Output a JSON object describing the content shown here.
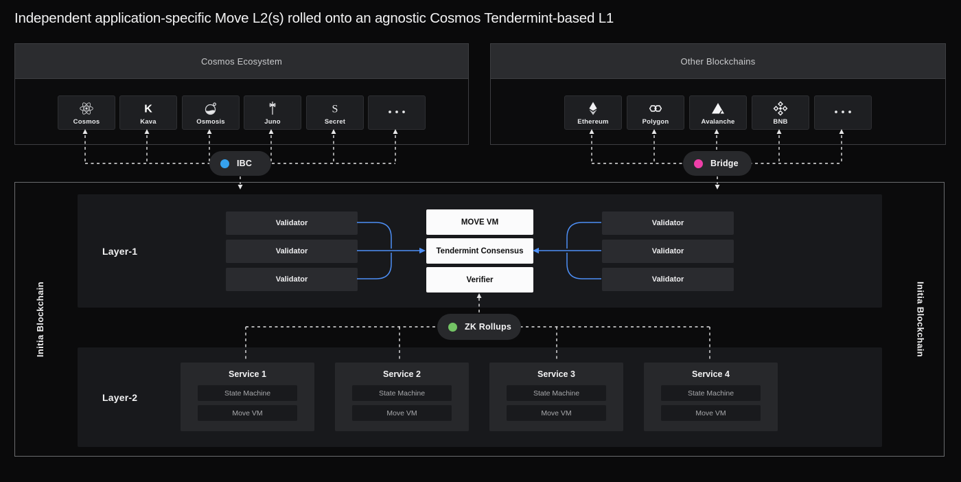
{
  "title": "Independent application-specific Move L2(s) rolled onto an agnostic Cosmos Tendermint-based L1",
  "cosmos_ecosystem": {
    "title": "Cosmos Ecosystem",
    "chains": [
      {
        "name": "Cosmos",
        "icon": "cosmos-icon"
      },
      {
        "name": "Kava",
        "icon": "kava-icon"
      },
      {
        "name": "Osmosis",
        "icon": "osmosis-icon"
      },
      {
        "name": "Juno",
        "icon": "juno-icon"
      },
      {
        "name": "Secret",
        "icon": "secret-icon"
      },
      {
        "name": "",
        "icon": "ellipsis-icon"
      }
    ]
  },
  "other_blockchains": {
    "title": "Other Blockchains",
    "chains": [
      {
        "name": "Ethereum",
        "icon": "ethereum-icon"
      },
      {
        "name": "Polygon",
        "icon": "polygon-icon"
      },
      {
        "name": "Avalanche",
        "icon": "avalanche-icon"
      },
      {
        "name": "BNB",
        "icon": "bnb-icon"
      },
      {
        "name": "",
        "icon": "ellipsis-icon"
      }
    ]
  },
  "connectors": {
    "ibc": {
      "label": "IBC",
      "color": "#36a2ef"
    },
    "bridge": {
      "label": "Bridge",
      "color": "#ee3fa8"
    },
    "zk": {
      "label": "ZK Rollups",
      "color": "#74c465"
    }
  },
  "line_colors": {
    "dashed": "#e6e6e7",
    "blue": "#4d8ff6"
  },
  "initia": {
    "left_label": "Initia Blockchain",
    "right_label": "Initia Blockchain",
    "layer1": {
      "label": "Layer-1",
      "left_validators": [
        "Validator",
        "Validator",
        "Validator"
      ],
      "right_validators": [
        "Validator",
        "Validator",
        "Validator"
      ],
      "core": [
        "MOVE VM",
        "Tendermint Consensus",
        "Verifier"
      ]
    },
    "layer2": {
      "label": "Layer-2",
      "services": [
        {
          "title": "Service 1",
          "components": [
            "State Machine",
            "Move VM"
          ]
        },
        {
          "title": "Service 2",
          "components": [
            "State Machine",
            "Move VM"
          ]
        },
        {
          "title": "Service 3",
          "components": [
            "State Machine",
            "Move VM"
          ]
        },
        {
          "title": "Service 4",
          "components": [
            "State Machine",
            "Move VM"
          ]
        }
      ]
    }
  }
}
